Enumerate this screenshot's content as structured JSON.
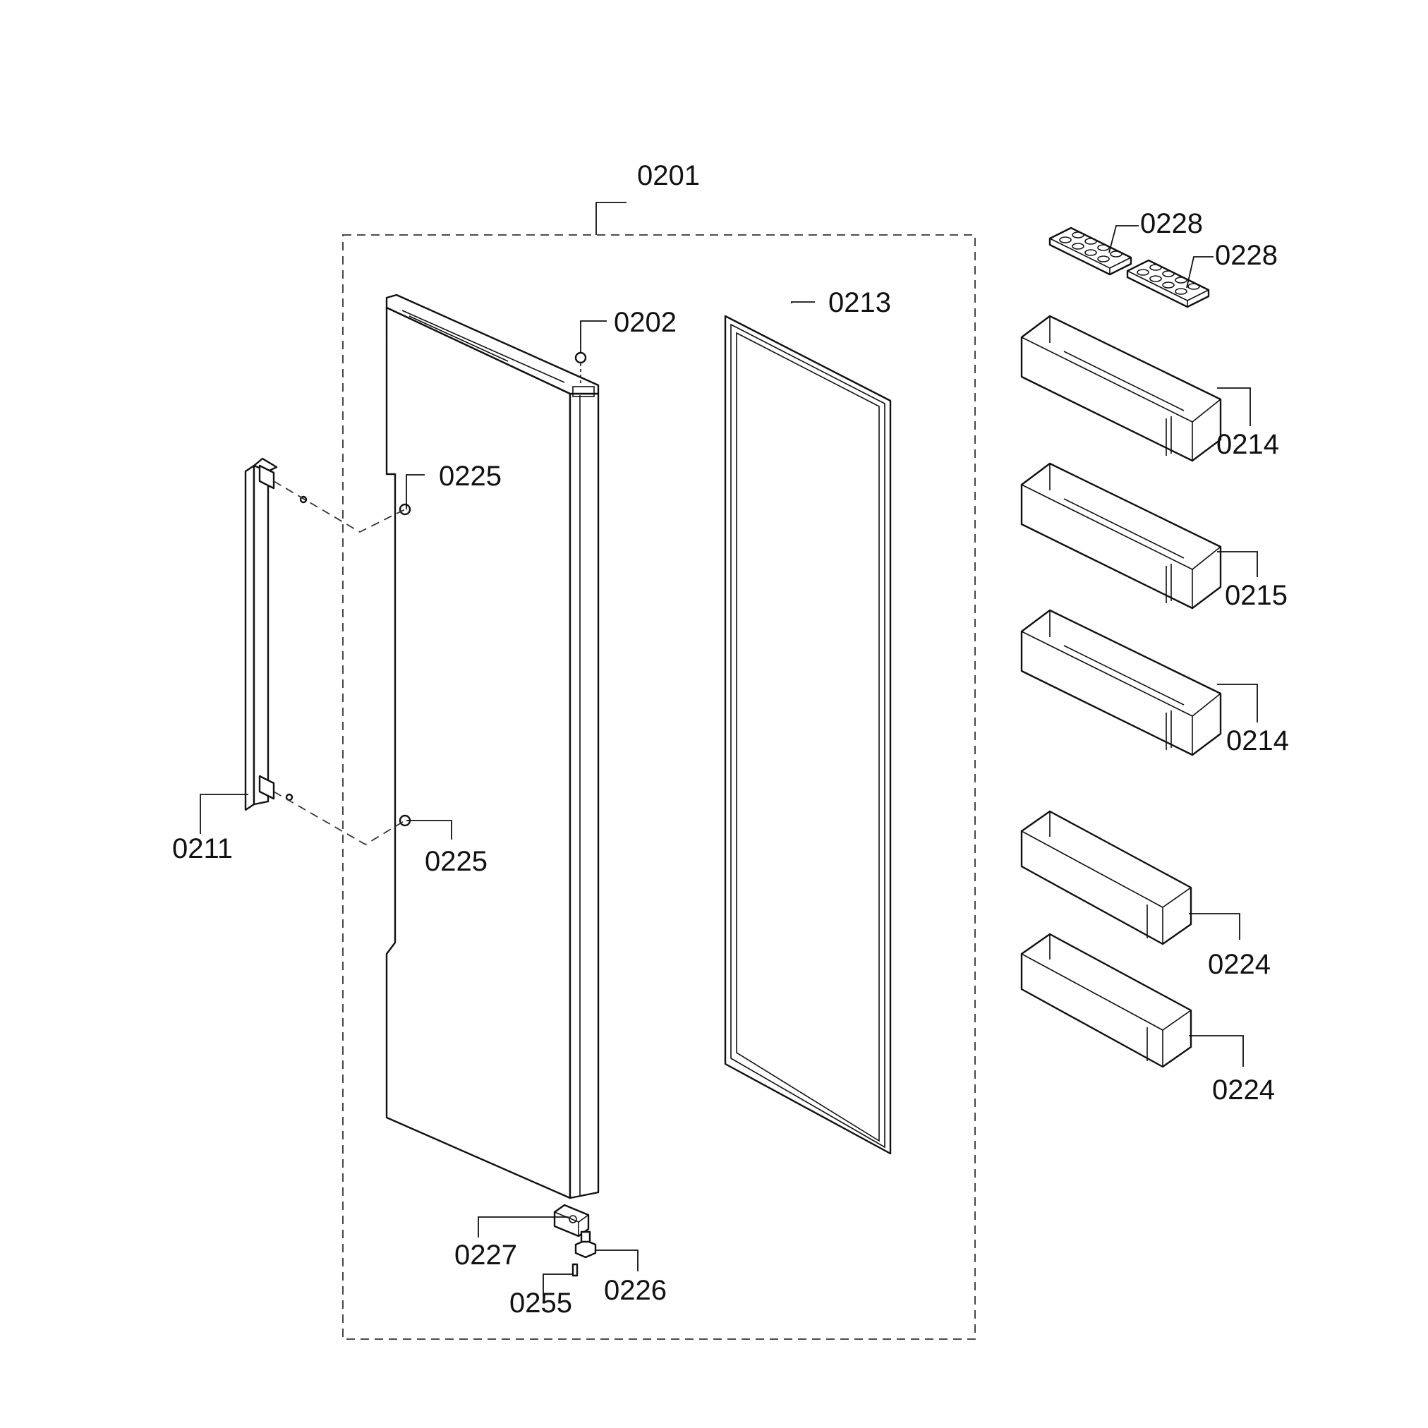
{
  "diagram": {
    "labels": {
      "p0201": "0201",
      "p0202": "0202",
      "p0211": "0211",
      "p0213": "0213",
      "p0214a": "0214",
      "p0214b": "0214",
      "p0215": "0215",
      "p0224a": "0224",
      "p0224b": "0224",
      "p0225a": "0225",
      "p0225b": "0225",
      "p0226": "0226",
      "p0227": "0227",
      "p0228a": "0228",
      "p0228b": "0228",
      "p0255": "0255"
    }
  }
}
